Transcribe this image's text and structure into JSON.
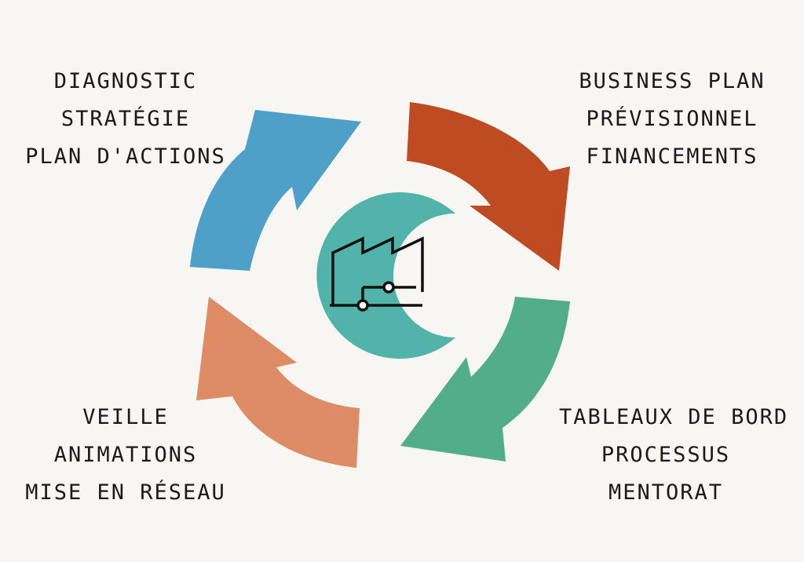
{
  "colors": {
    "background": "#f8f6f3",
    "arrow_blue": "#4ea0c8",
    "arrow_red": "#bf4b22",
    "arrow_green": "#52ad8a",
    "arrow_orange": "#de8c66",
    "center_circle": "#52b3aa",
    "icon_stroke": "#111111"
  },
  "center": {
    "icon": "factory-icon"
  },
  "stages": [
    {
      "id": "top-left",
      "arrow_color": "#4ea0c8",
      "lines": [
        "DIAGNOSTIC",
        "STRATÉGIE",
        "PLAN D'ACTIONS"
      ]
    },
    {
      "id": "top-right",
      "arrow_color": "#bf4b22",
      "lines": [
        "BUSINESS PLAN",
        "PRÉVISIONNEL",
        "FINANCEMENTS"
      ]
    },
    {
      "id": "bottom-right",
      "arrow_color": "#52ad8a",
      "lines": [
        "TABLEAUX DE BORD",
        "PROCESSUS",
        "MENTORAT"
      ]
    },
    {
      "id": "bottom-left",
      "arrow_color": "#de8c66",
      "lines": [
        "VEILLE",
        "ANIMATIONS",
        "MISE EN RÉSEAU"
      ]
    }
  ]
}
